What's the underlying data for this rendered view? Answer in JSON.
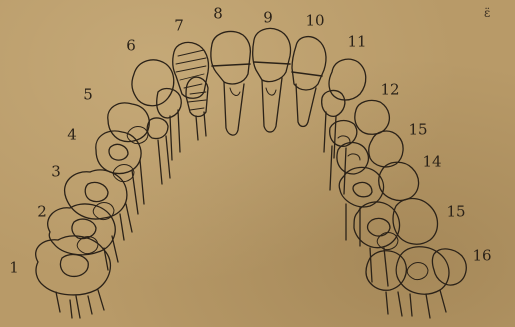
{
  "figure": {
    "tooth_numbers": [
      "1",
      "2",
      "3",
      "4",
      "5",
      "6",
      "7",
      "8",
      "9",
      "10",
      "11",
      "12",
      "15",
      "14",
      "15",
      "16"
    ],
    "corner_mark": "ε̈",
    "colors": {
      "paper": "#b89a68",
      "ink": "#2b2218"
    }
  }
}
